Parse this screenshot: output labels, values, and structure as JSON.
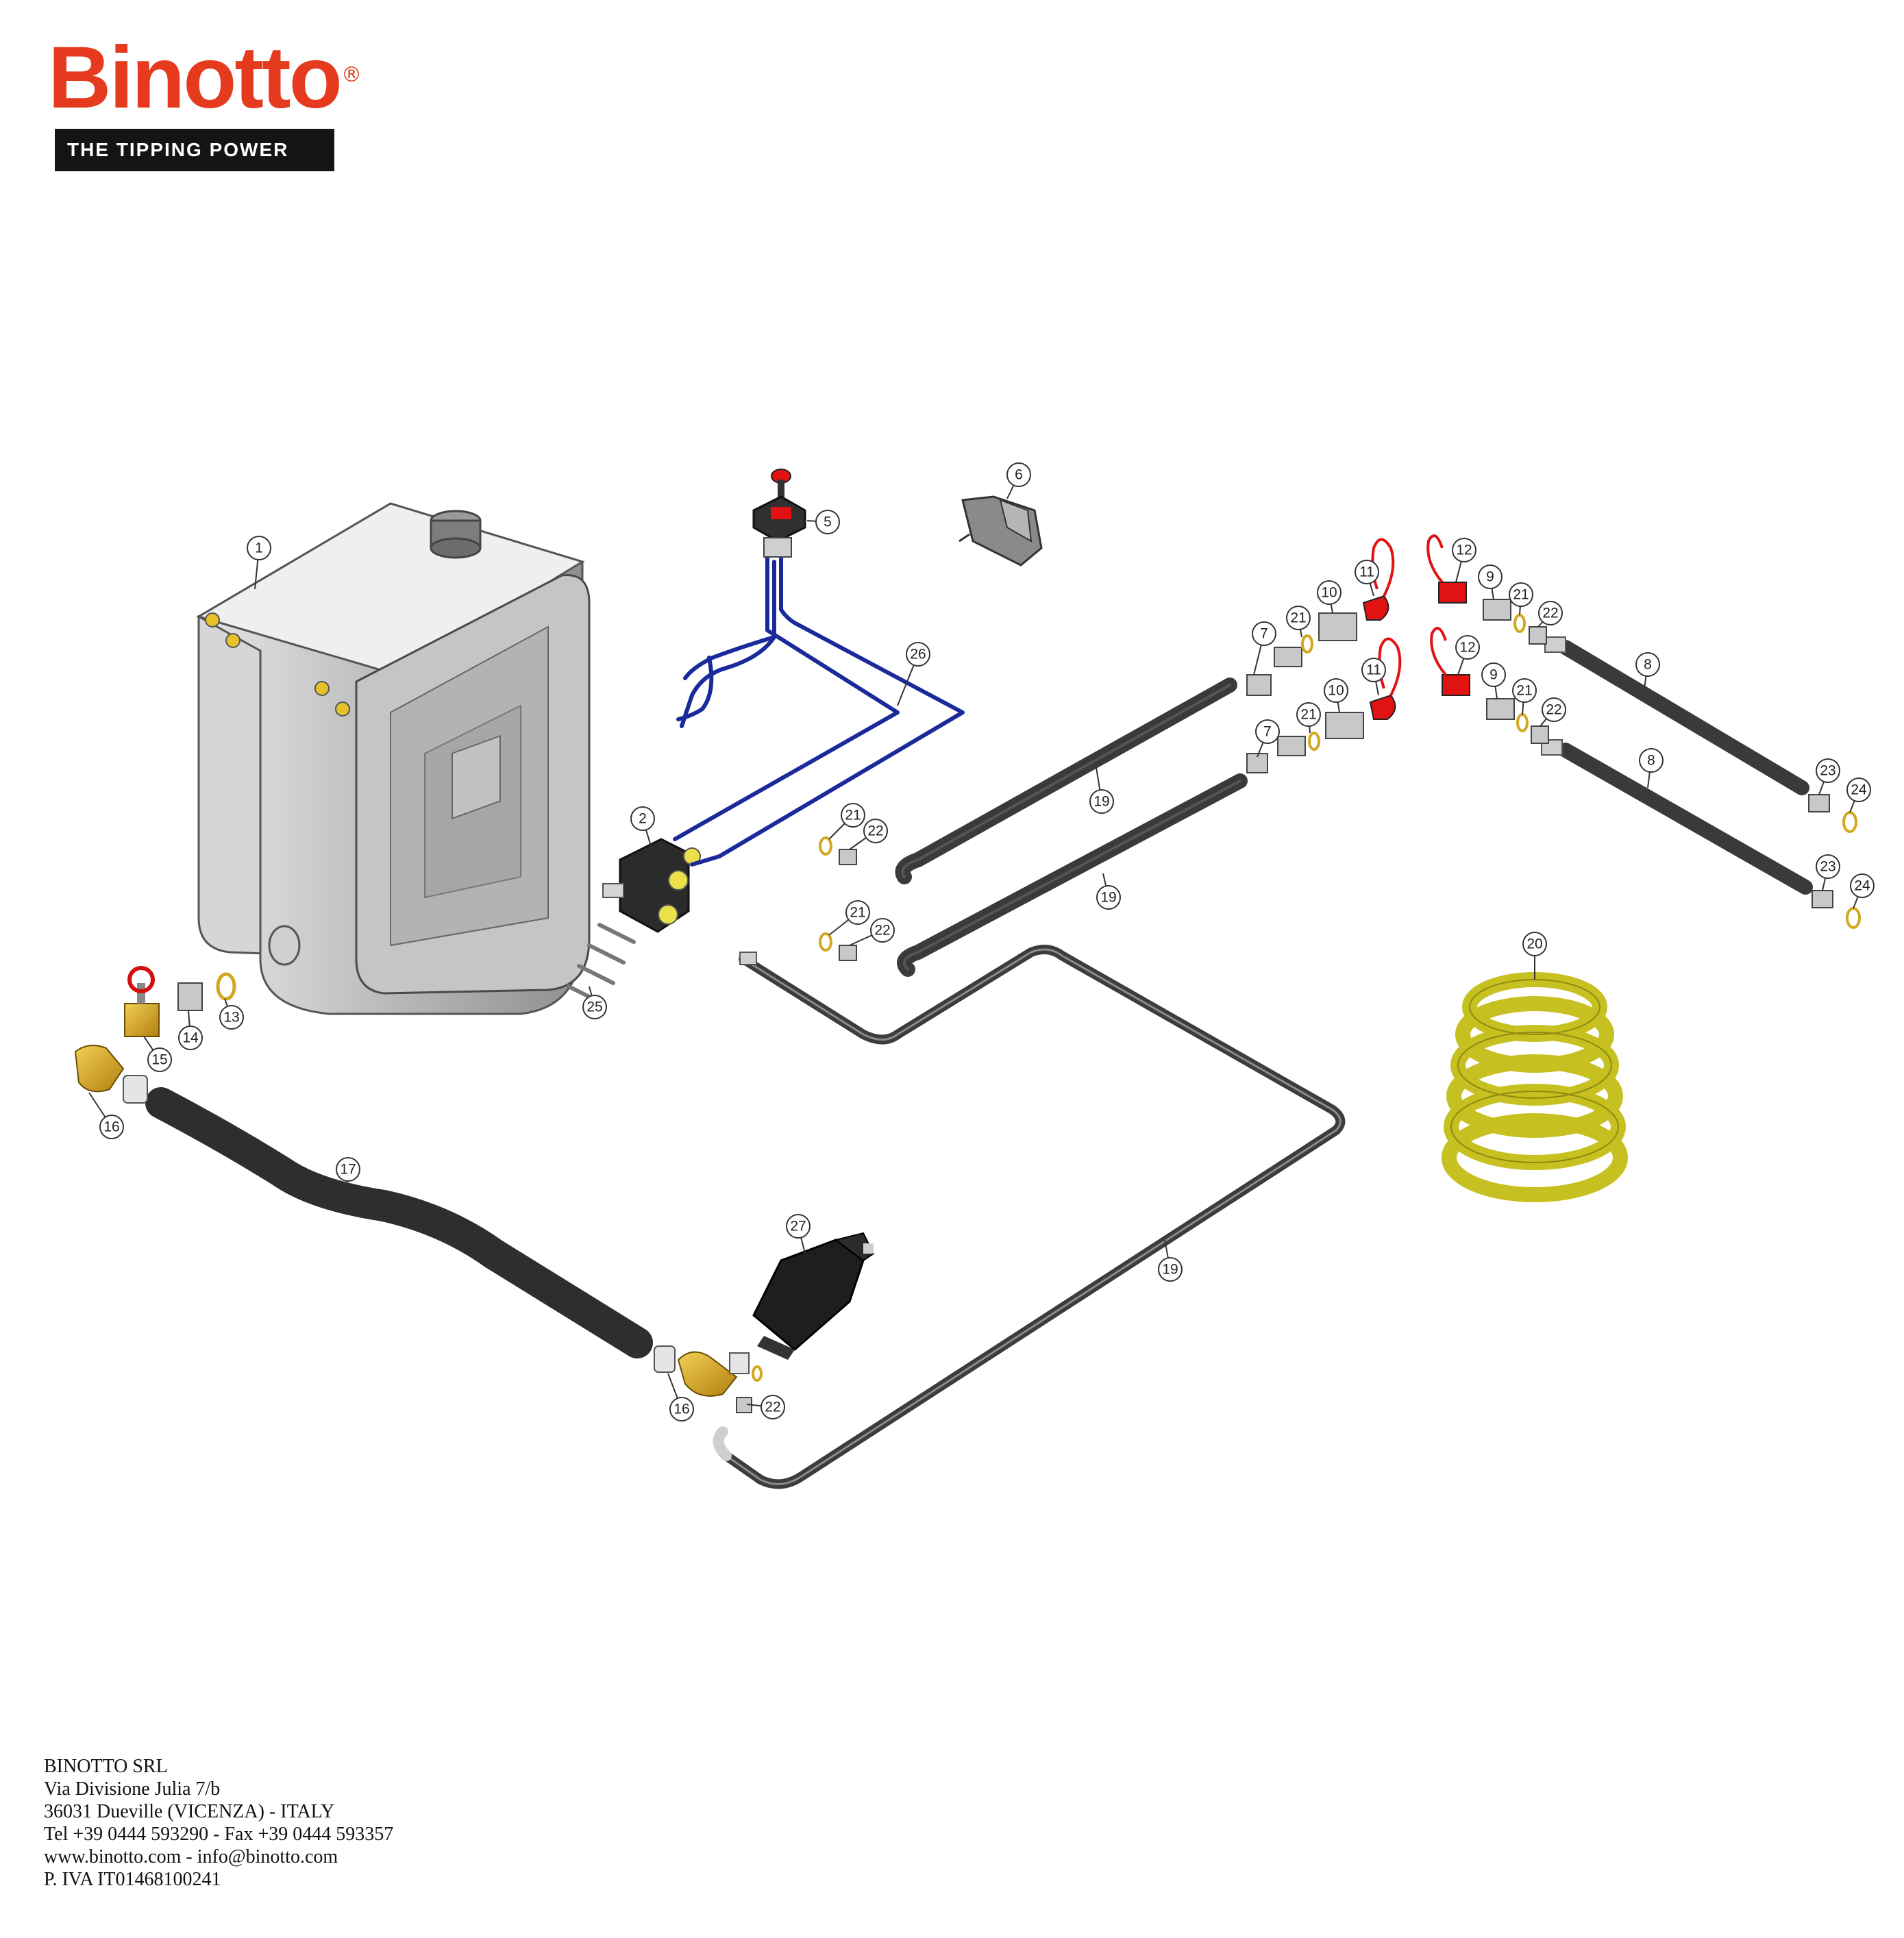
{
  "brand": {
    "name": "Binotto",
    "registered_mark": "®",
    "tagline": "THE TIPPING POWER",
    "color": "#e53a1e"
  },
  "footer": {
    "company": "BINOTTO SRL",
    "street": "Via Divisione Julia 7/b",
    "city": "36031 Dueville (VICENZA) - ITALY",
    "phone": "Tel +39 0444 593290 - Fax +39 0444 593357",
    "web": "www.binotto.com - info@binotto.com",
    "vat": "P. IVA IT01468100241"
  },
  "diagram": {
    "callouts": [
      "1",
      "2",
      "5",
      "6",
      "7",
      "7",
      "8",
      "8",
      "9",
      "9",
      "10",
      "10",
      "11",
      "11",
      "12",
      "12",
      "13",
      "14",
      "15",
      "16",
      "16",
      "17",
      "19",
      "19",
      "19",
      "20",
      "21",
      "21",
      "21",
      "21",
      "21",
      "21",
      "22",
      "22",
      "22",
      "22",
      "22",
      "23",
      "23",
      "24",
      "24",
      "25",
      "26",
      "27"
    ],
    "colors": {
      "tank": "#bdbdbd",
      "hose": "#3c3c3c",
      "pipe_blue": "#1a2a9a",
      "coupler_red": "#e01212",
      "brass": "#d8a320",
      "coil_yellow": "#c6c020"
    }
  }
}
